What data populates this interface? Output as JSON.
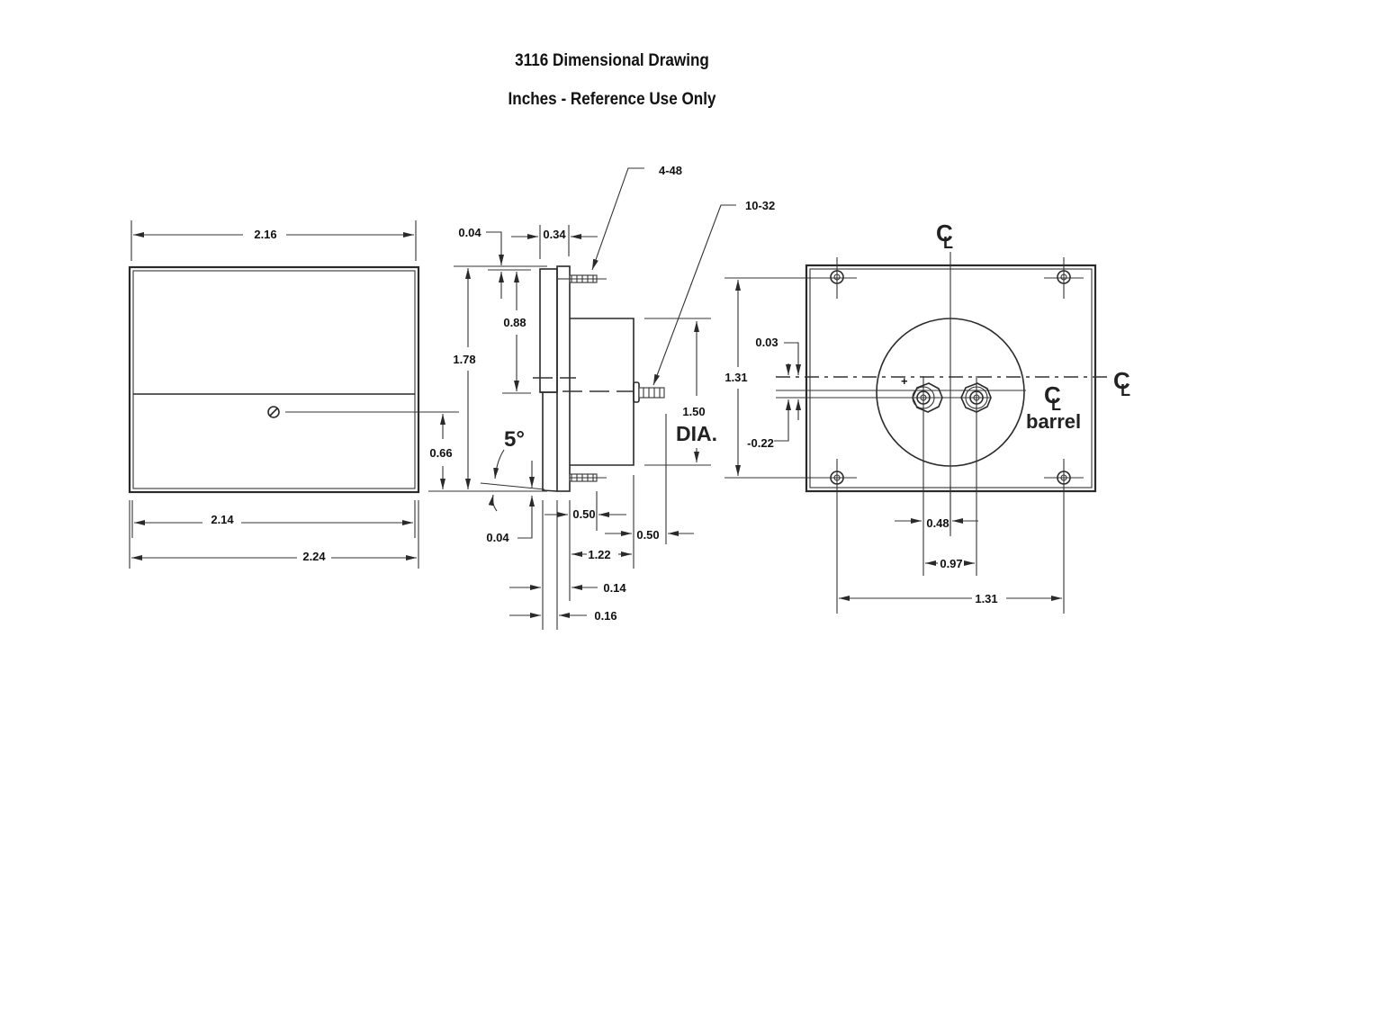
{
  "title": "3116 Dimensional Drawing",
  "subtitle": "Inches - Reference Use Only",
  "units": "inches",
  "front_view": {
    "dims": {
      "overall_top_width": "2.16",
      "inner_bottom_width": "2.14",
      "overall_bottom_width": "2.24",
      "zero_adjust_height": "0.66"
    }
  },
  "side_view": {
    "callouts": {
      "stud_top": "4-48",
      "terminal": "10-32"
    },
    "dims": {
      "bezel_offset_top": "0.04",
      "flange_thickness": "0.34",
      "overall_height": "1.78",
      "barrel_center_height": "0.88",
      "tilt_angle": "5°",
      "bezel_offset_bottom": "0.04",
      "barrel_diameter": "1.50",
      "barrel_diameter_suffix": "DIA.",
      "flange_to_barrel": "0.50",
      "terminal_length": "0.50",
      "barrel_depth": "1.22",
      "panel_thickness_a": "0.14",
      "panel_thickness_b": "0.16"
    }
  },
  "rear_view": {
    "centerline_symbol": "CL",
    "barrel_label": "barrel",
    "plus_marker": "+",
    "dims": {
      "stud_vertical_spacing": "1.31",
      "terminal_offset_up": "0.03",
      "terminal_offset_down": "-0.22",
      "terminal_half_spacing": "0.48",
      "terminal_spacing": "0.97",
      "stud_horizontal_spacing": "1.31"
    }
  }
}
